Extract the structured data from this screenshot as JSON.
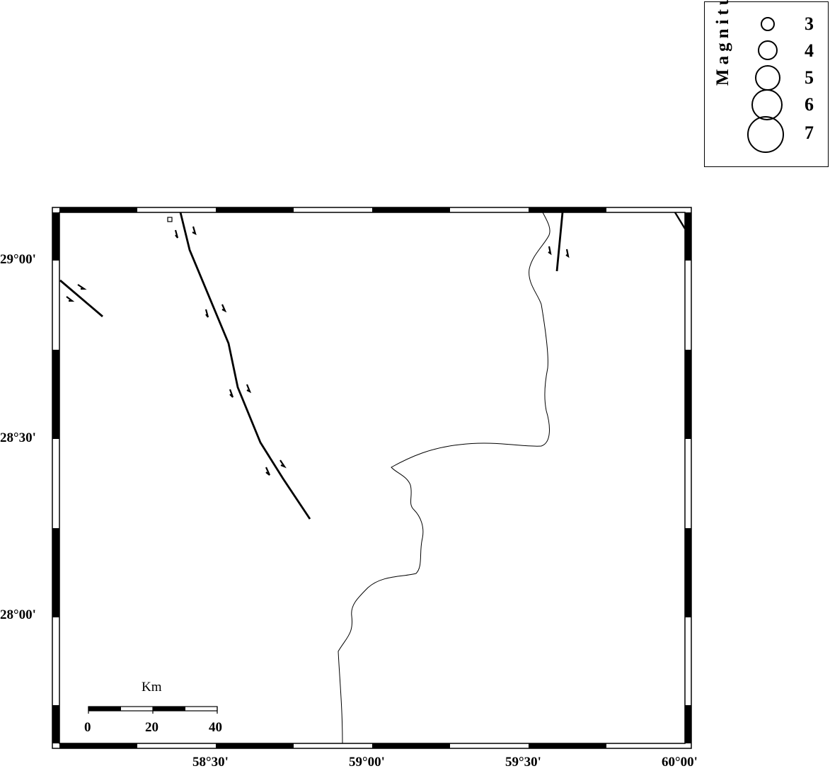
{
  "legend": {
    "title": "Magnitude",
    "items": [
      {
        "label": "3",
        "magnitude": 3
      },
      {
        "label": "4",
        "magnitude": 4
      },
      {
        "label": "5",
        "magnitude": 5
      },
      {
        "label": "6",
        "magnitude": 6
      },
      {
        "label": "7",
        "magnitude": 7
      }
    ]
  },
  "map": {
    "lon_range": [
      58.0,
      60.0
    ],
    "lat_range": [
      27.6833,
      29.1333
    ],
    "x_ticks": [
      "58°30'",
      "59°00'",
      "59°30'",
      "60°00'"
    ],
    "y_ticks": [
      "29°00'",
      "28°30'",
      "28°00'"
    ],
    "frame_colors": [
      "#000000",
      "#ffffff"
    ]
  },
  "scale_bar": {
    "title": "Km",
    "labels": [
      "0",
      "20",
      "40"
    ]
  }
}
